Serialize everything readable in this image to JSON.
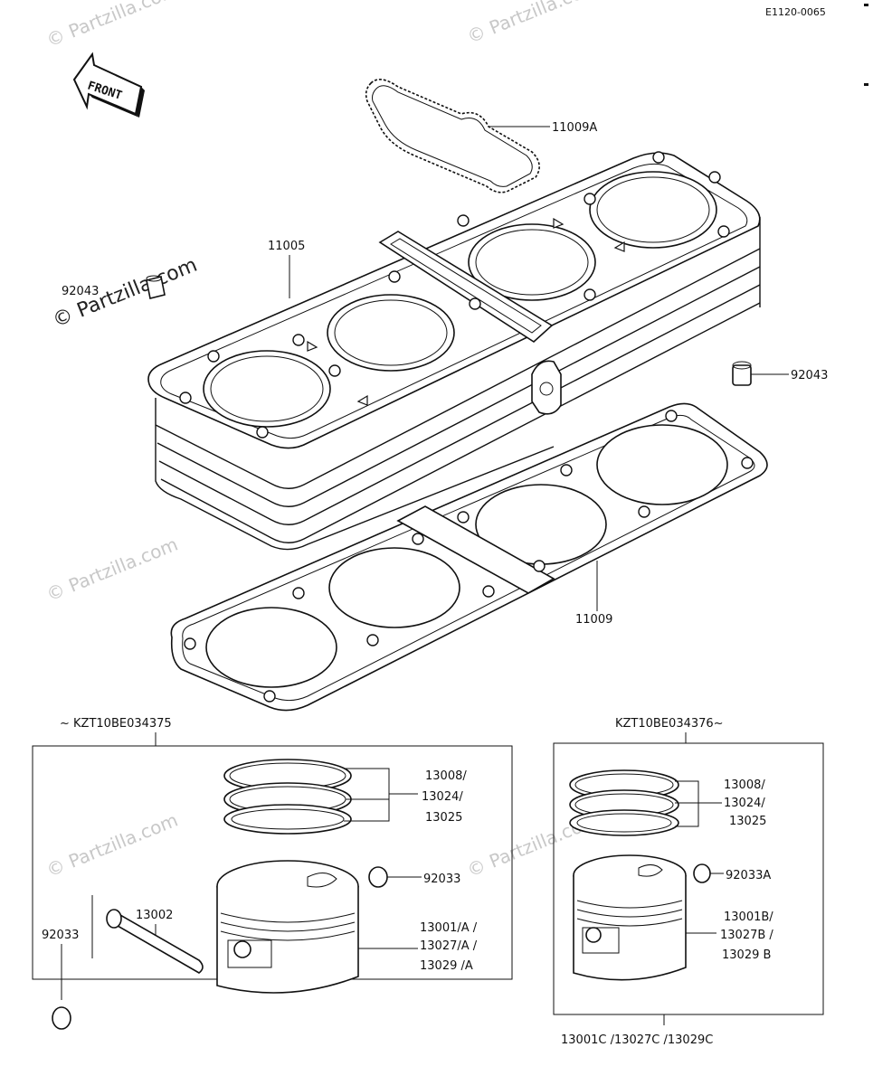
{
  "diagram_id": "E1120-0065",
  "front_label": "FRONT",
  "watermark_text": "© Partzilla.com",
  "parts": {
    "head_cover_gasket": "11009A",
    "cylinder": "11005",
    "dowel_left": "92043",
    "dowel_right": "92043",
    "base_gasket": "11009"
  },
  "box_left": {
    "title": "~ KZT10BE034375",
    "rings": [
      "13008/",
      "13024/",
      "13025"
    ],
    "circlip_right": "92033",
    "piston_pin": "13002",
    "circlip_left": "92033",
    "piston": [
      "13001/A /",
      "13027/A /",
      "13029 /A"
    ]
  },
  "box_right": {
    "title": "KZT10BE034376~",
    "rings": [
      "13008/",
      "13024/",
      "13025"
    ],
    "circlip": "92033A",
    "piston": [
      "13001B/",
      "13027B /",
      "13029 B"
    ],
    "footer": "13001C /13027C /13029C"
  }
}
